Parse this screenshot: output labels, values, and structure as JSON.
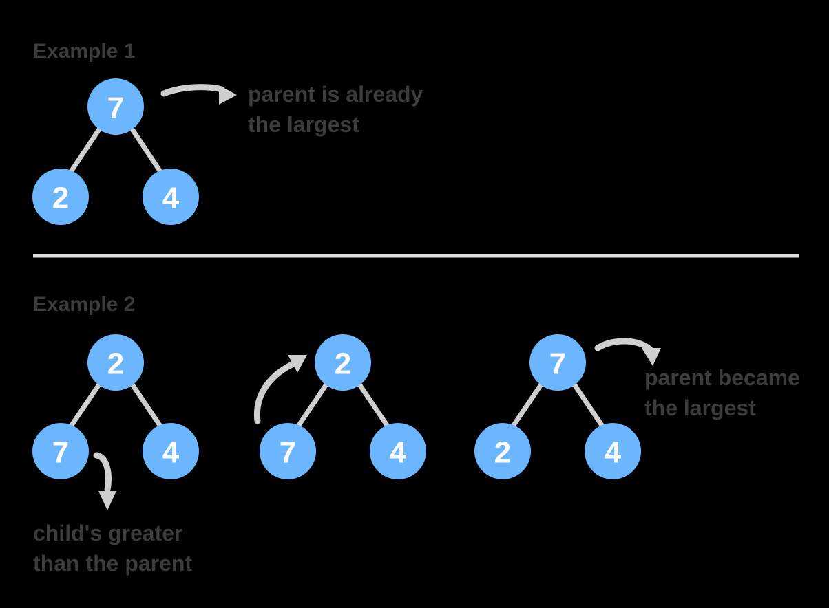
{
  "example1": {
    "title": "Example 1",
    "note_lines": [
      "parent is already",
      "the largest"
    ],
    "tree": {
      "root": "7",
      "left": "2",
      "right": "4"
    }
  },
  "example2": {
    "title": "Example 2",
    "child_note_lines": [
      "child's greater",
      "than the parent"
    ],
    "final_note_lines": [
      "parent became",
      "the largest"
    ],
    "trees": [
      {
        "root": "2",
        "left": "7",
        "right": "4"
      },
      {
        "root": "2",
        "left": "7",
        "right": "4"
      },
      {
        "root": "7",
        "left": "2",
        "right": "4"
      }
    ]
  },
  "colors": {
    "background": "#000000",
    "node_fill": "#6cb6ff",
    "node_text": "#ffffff",
    "edge": "#cfcfcf",
    "text": "#3c3c3c",
    "divider": "#dddddd"
  }
}
